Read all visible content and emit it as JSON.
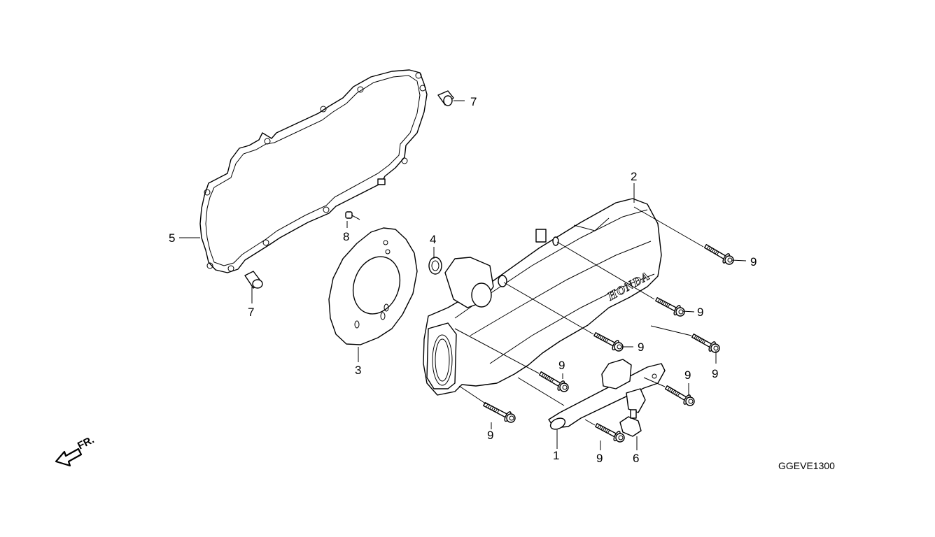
{
  "diagram": {
    "drawing_code": "GGEVE1300",
    "direction_marker": "FR.",
    "cover_brand": "HONDA",
    "callouts": {
      "part_1": "1",
      "part_2": "2",
      "part_3": "3",
      "part_4": "4",
      "part_5": "5",
      "part_6": "6",
      "part_7_a": "7",
      "part_7_b": "7",
      "part_8": "8",
      "part_9_a": "9",
      "part_9_b": "9",
      "part_9_c": "9",
      "part_9_d": "9",
      "part_9_e": "9",
      "part_9_f": "9",
      "part_9_g": "9",
      "part_9_h": "9"
    }
  }
}
